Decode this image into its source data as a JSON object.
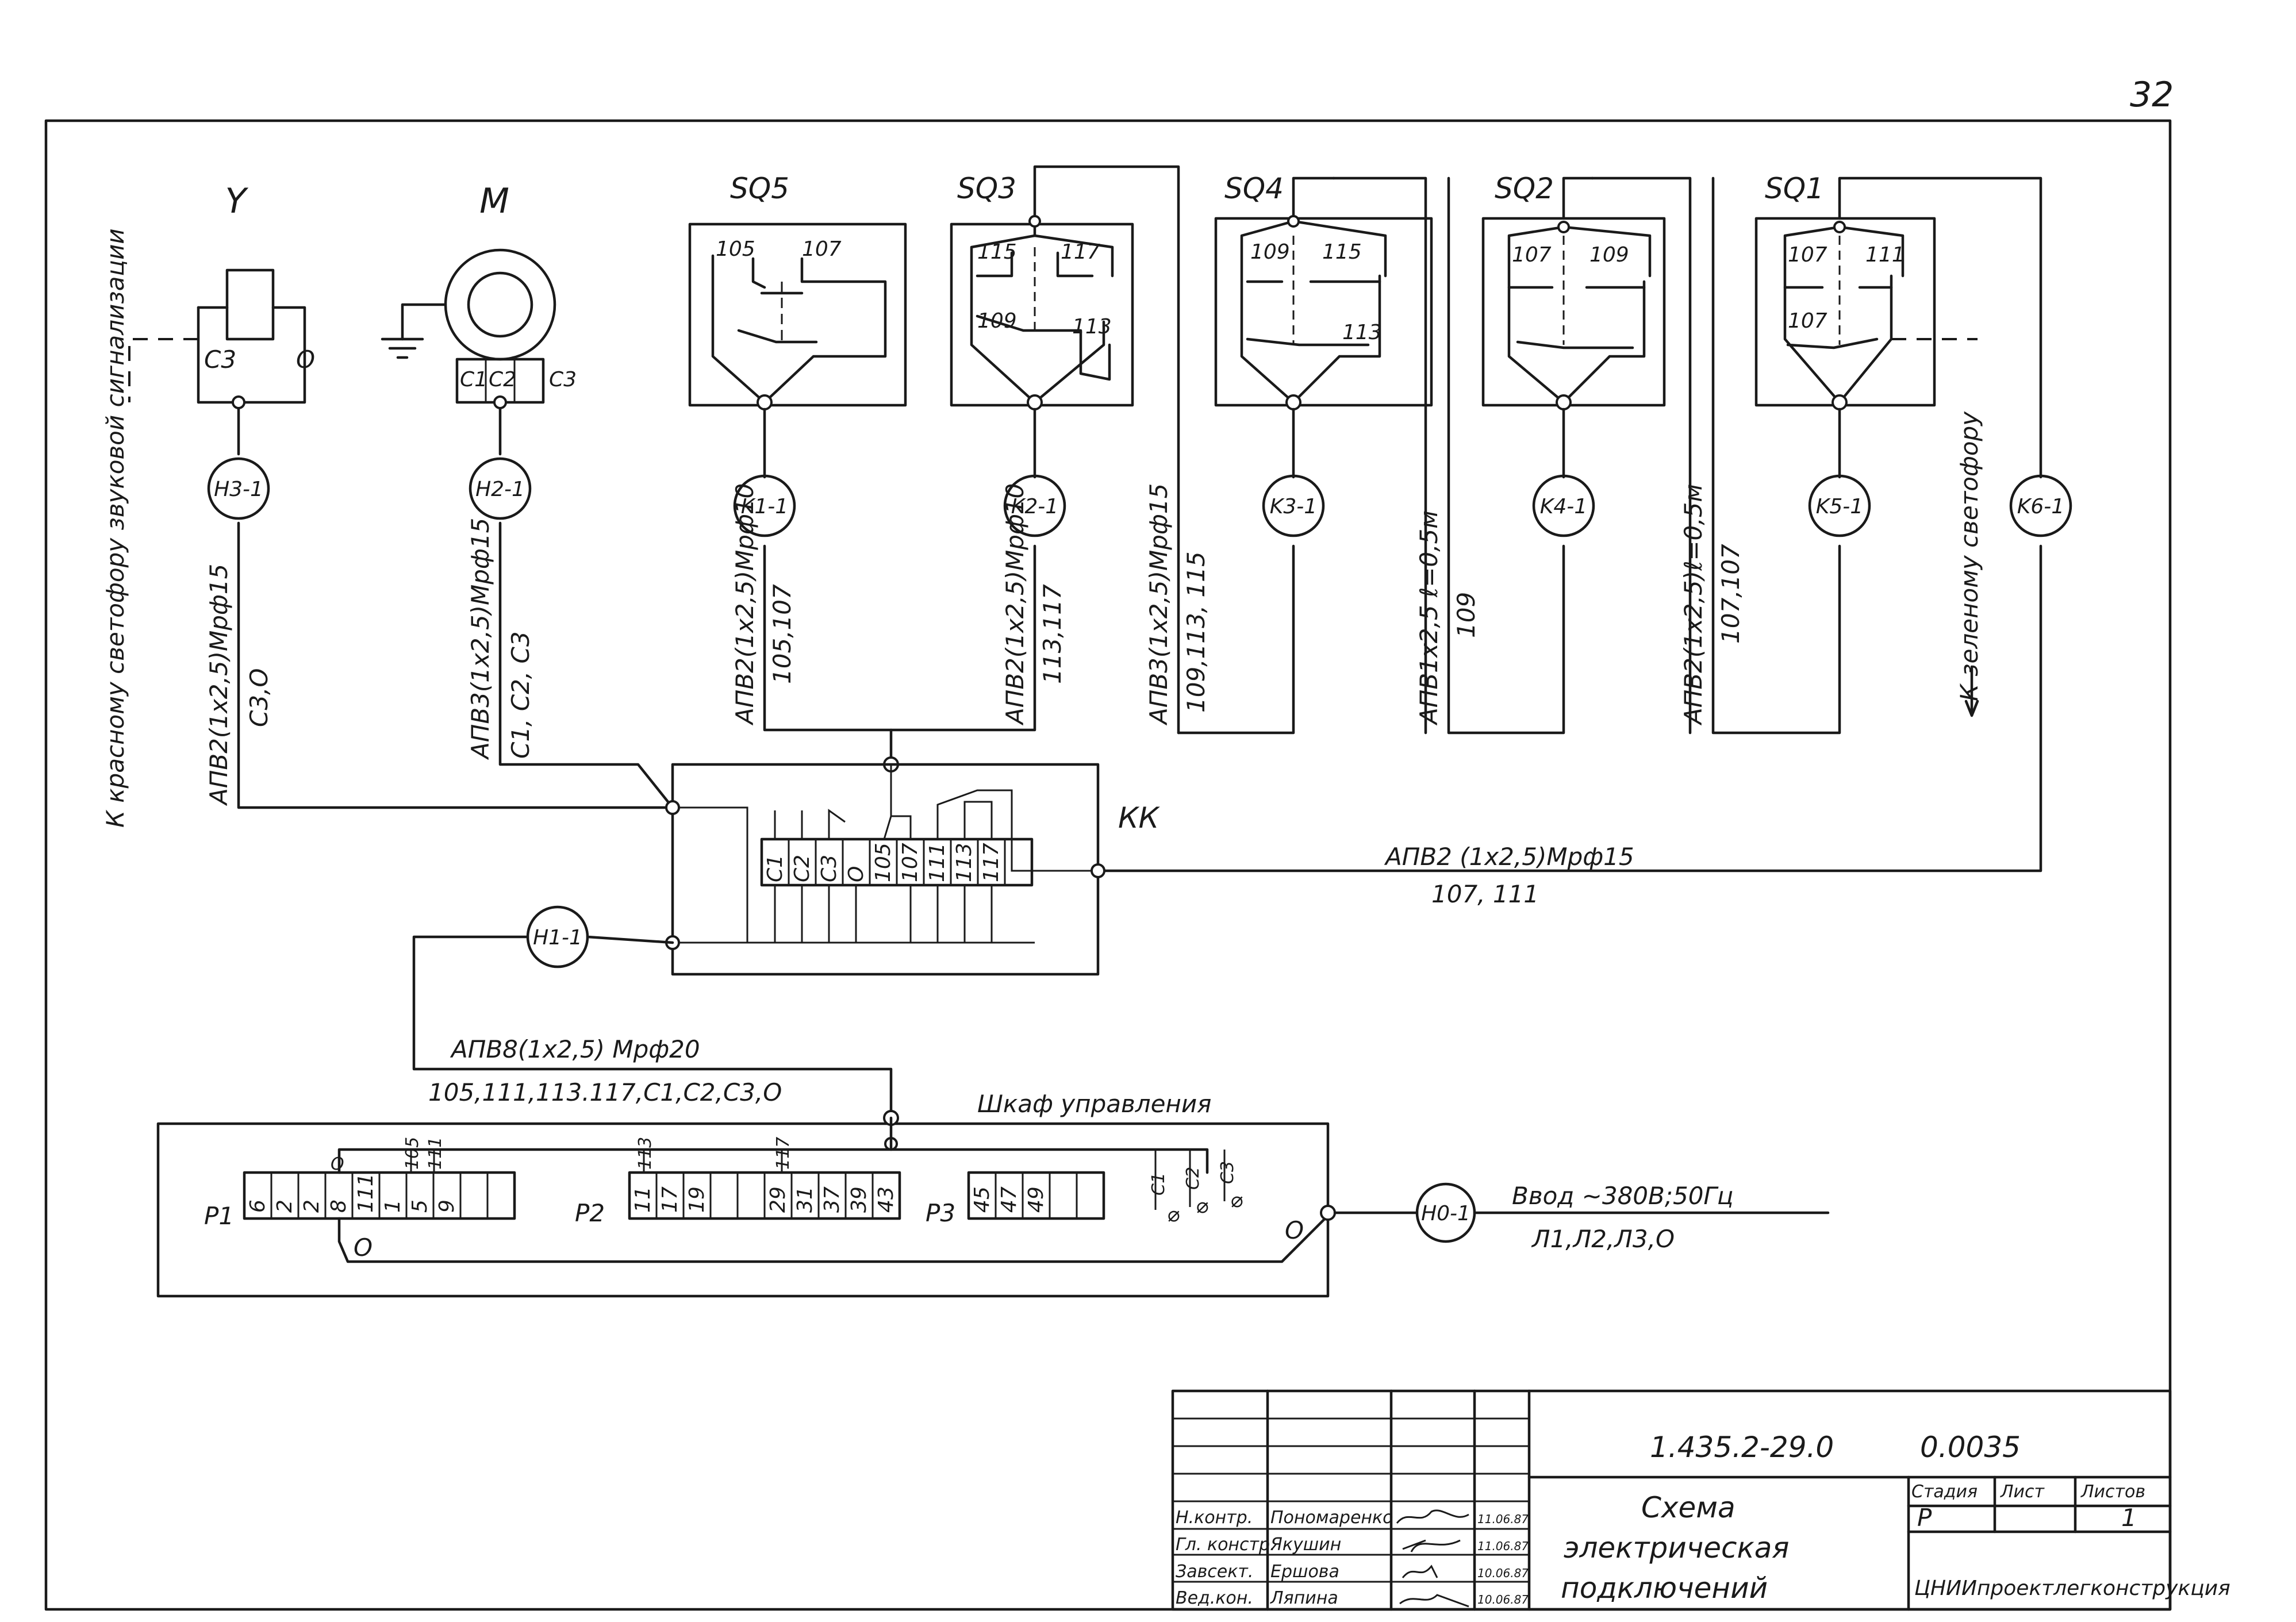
{
  "page_number": "32",
  "devices": {
    "Y": "Y",
    "M": "M",
    "SQ5": "SQ5",
    "SQ3": "SQ3",
    "SQ4": "SQ4",
    "SQ2": "SQ2",
    "SQ1": "SQ1"
  },
  "y_terms": {
    "c3": "C3",
    "o": "O"
  },
  "m_terms": {
    "c1": "C1",
    "c2": "C2",
    "c3": "C3"
  },
  "sq5_terms": {
    "a": "105",
    "b": "107"
  },
  "sq3_terms": {
    "a": "115",
    "b": "117",
    "c": "109",
    "d": "113"
  },
  "sq4_terms": {
    "a": "109",
    "b": "115",
    "c": "113"
  },
  "sq2_terms": {
    "a": "107",
    "b": "109"
  },
  "sq1_terms": {
    "a": "107",
    "b": "111",
    "c": "107"
  },
  "markers": {
    "h3": "H3-1",
    "h2": "H2-1",
    "k1": "K1-1",
    "k2": "K2-1",
    "k3": "K3-1",
    "k4": "K4-1",
    "k5": "K5-1",
    "k6": "K6-1",
    "h1": "H1-1",
    "h0": "H0-1"
  },
  "cables": {
    "h3_a": "АПВ2(1х2,5)Мрф15",
    "h3_b": "С3,О",
    "h2_a": "АПВ3(1х2,5)Мрф15",
    "h2_b": "С1, С2, С3",
    "k1_a": "АПВ2(1х2,5)Мрф10",
    "k1_b": "105,107",
    "k2_a": "АПВ2(1х2,5)Мрф10",
    "k2_b": "113,117",
    "k3_a": "АПВ3(1х2,5)Мрф15",
    "k3_b": "109,113, 115",
    "k4_a": "АПВ1х2,5 ℓ=0,5м",
    "k4_b": "109",
    "k5_a": "АПВ2(1х2,5)ℓ=0,5м",
    "k5_b": "107,107",
    "k6_a": "АПВ2 (1х2,5)Мрф15",
    "k6_b": "107, 111",
    "h1_a": "АПВ8(1х2,5) Мрф20",
    "h1_b": "105,111,113.117,С1,С2,С3,О",
    "in_a": "Ввод ~380В;50Гц",
    "in_b": "Л1,Л2,Л3,О"
  },
  "side_notes": {
    "left": "К красному светофору звуковой сигнализации",
    "right": "К зеленому светофору"
  },
  "kk": {
    "label": "КК",
    "terminals": [
      "С1",
      "С2",
      "С3",
      "О",
      "105",
      "107",
      "111",
      "113",
      "117",
      ""
    ]
  },
  "cabinet": {
    "label": "Шкаф управления",
    "p1_label": "Р1",
    "p1": [
      "6",
      "2",
      "2",
      "8",
      "111",
      "1",
      "5",
      "9",
      "",
      ""
    ],
    "p2_label": "Р2",
    "p2": [
      "11",
      "17",
      "19",
      "",
      "",
      "29",
      "31",
      "37",
      "39",
      "43"
    ],
    "p3_label": "Р3",
    "p3": [
      "45",
      "47",
      "49",
      "",
      ""
    ],
    "tap_o": "О",
    "tap_113": "113",
    "tap_105": "105",
    "tap_111": "111",
    "tap_117": "117",
    "c_labels": [
      "С1",
      "С2",
      "С3"
    ],
    "bottom_o": "О",
    "right_o": "О"
  },
  "title_block": {
    "doc_code": "1.435.2-29.0",
    "sheet_code": "0.0035",
    "title_lines": [
      "Схема",
      "электрическая",
      "подключений"
    ],
    "stage_header": "Стадия",
    "sheet_header": "Лист",
    "sheets_header": "Листов",
    "stage": "Р",
    "sheets": "1",
    "org": "ЦНИИпроектлегконструкция",
    "roles": [
      {
        "role": "Н.контр.",
        "name": "Пономаренко",
        "date": "11.06.87"
      },
      {
        "role": "Гл. констр.",
        "name": "Якушин",
        "date": "11.06.87"
      },
      {
        "role": "Завсект.",
        "name": "Ершова",
        "date": "10.06.87"
      },
      {
        "role": "Вед.кон.",
        "name": "Ляпина",
        "date": "10.06.87"
      }
    ]
  }
}
